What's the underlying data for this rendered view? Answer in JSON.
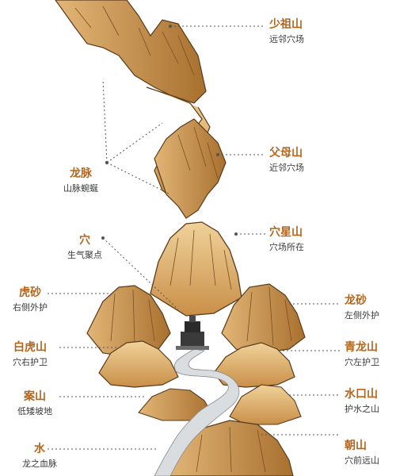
{
  "labels": {
    "shaozushan": {
      "title": "少祖山",
      "sub": "远邻穴场"
    },
    "fumushan": {
      "title": "父母山",
      "sub": "近邻穴场"
    },
    "xuexingshan": {
      "title": "穴星山",
      "sub": "穴场所在"
    },
    "longsha": {
      "title": "龙砂",
      "sub": "左侧外护"
    },
    "qinglongshan": {
      "title": "青龙山",
      "sub": "穴左护卫"
    },
    "shuikoushan": {
      "title": "水口山",
      "sub": "护水之山"
    },
    "chaoshan": {
      "title": "朝山",
      "sub": "穴前远山"
    },
    "longmai": {
      "title": "龙脉",
      "sub": "山脉蜿蜒"
    },
    "xue": {
      "title": "穴",
      "sub": "生气聚点"
    },
    "husha": {
      "title": "虎砂",
      "sub": "右侧外护"
    },
    "baihushan": {
      "title": "白虎山",
      "sub": "穴右护卫"
    },
    "anshan": {
      "title": "案山",
      "sub": "低矮坡地"
    },
    "shui": {
      "title": "水",
      "sub": "龙之血脉"
    }
  },
  "colors": {
    "label_title": "#b5651d",
    "label_sub": "#3a3a3a",
    "mountain_light": "#e8c48a",
    "mountain_dark": "#b07a3c",
    "ink": "#5a3a1a",
    "river": "#d9dde0",
    "leader": "#555555"
  },
  "icons": [
    "tomb-icon"
  ]
}
